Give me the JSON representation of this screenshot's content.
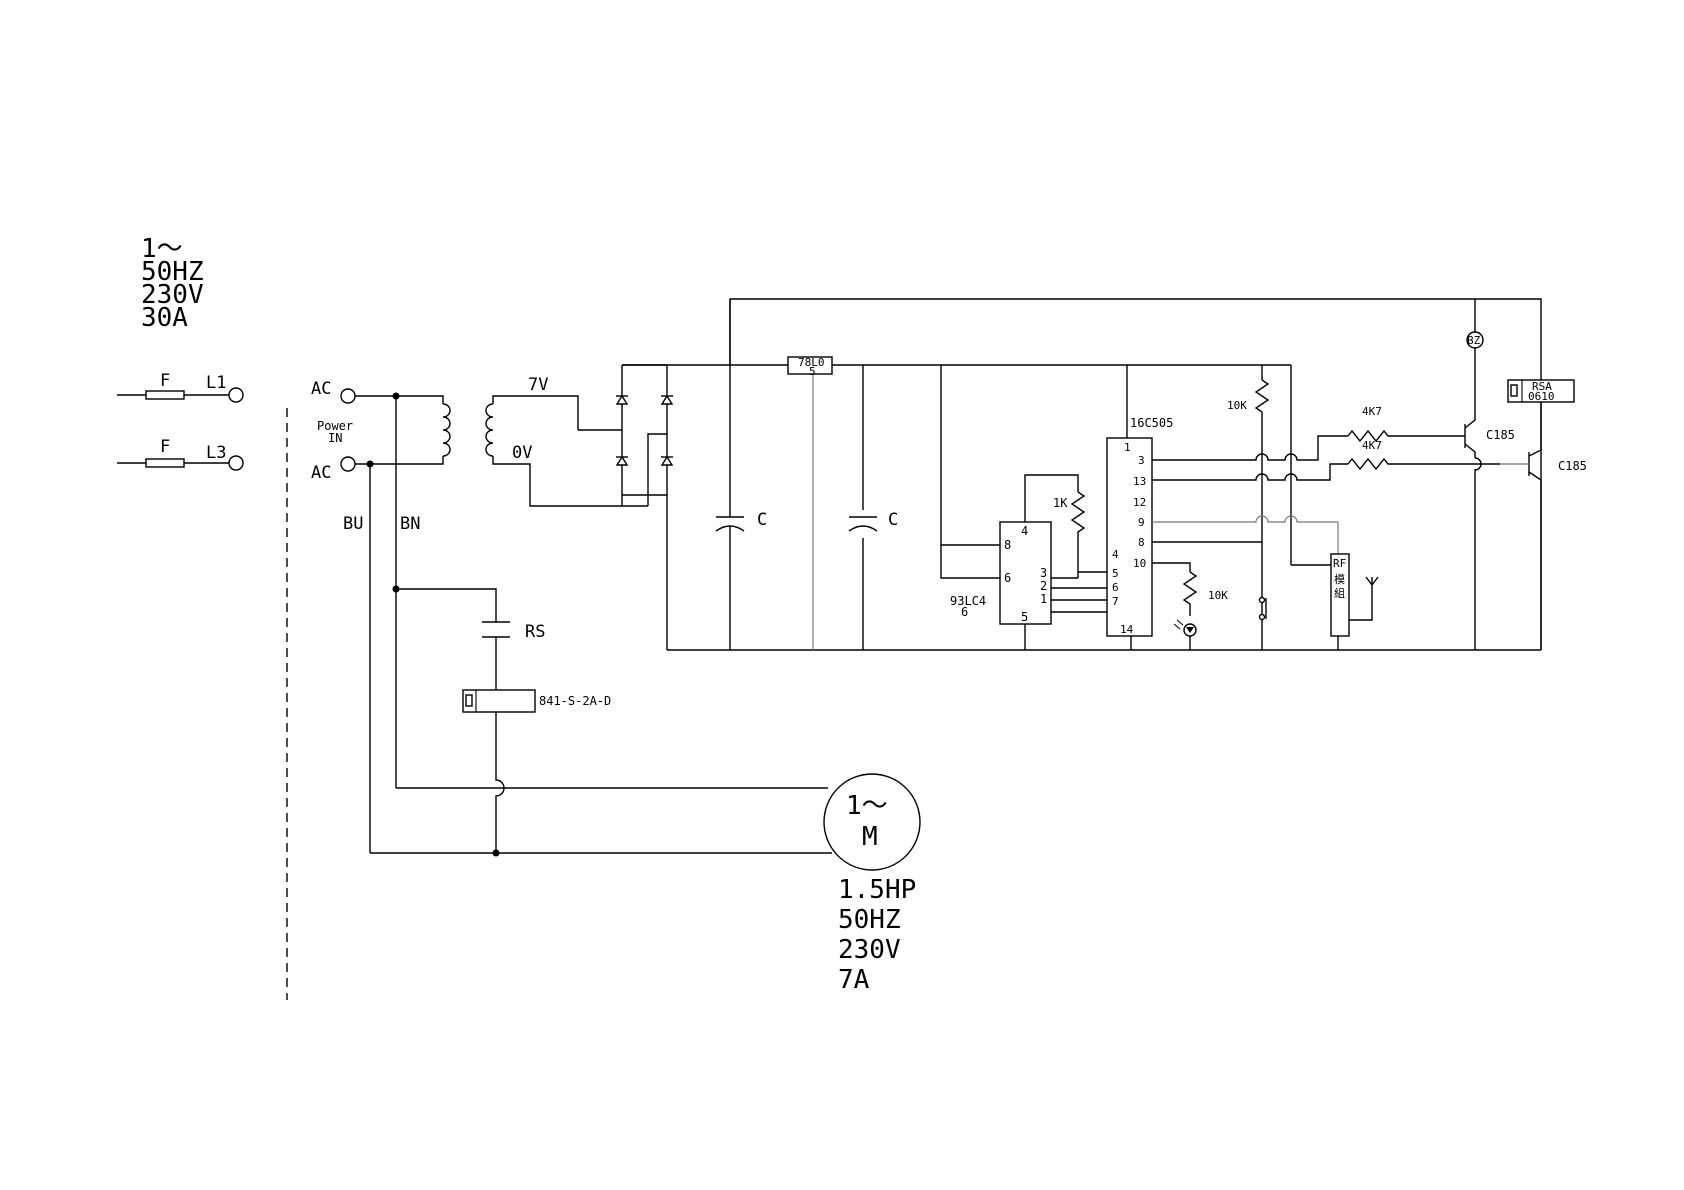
{
  "supply": {
    "phase": "1～",
    "freq": "50HZ",
    "volt": "230V",
    "amp": "30A"
  },
  "fuses": {
    "f1": "F",
    "f2": "F",
    "l1": "L1",
    "l3": "L3"
  },
  "power_in": {
    "ac_top": "AC",
    "ac_bottom": "AC",
    "label_line1": "Power",
    "label_line2": "IN"
  },
  "wires": {
    "bu": "BU",
    "bn": "BN"
  },
  "transformer": {
    "sec_high": "7V",
    "sec_low": "0V"
  },
  "capacitors": {
    "c1": "C",
    "c2": "C",
    "rs": "RS"
  },
  "relay": {
    "part": "841-S-2A-D"
  },
  "regulator": {
    "line1": "78L0",
    "line2": "5"
  },
  "eeprom": {
    "name_line1": "93LC4",
    "name_line2": "6",
    "pins": [
      "8",
      "6",
      "4",
      "5",
      "3",
      "2",
      "1"
    ]
  },
  "mcu": {
    "name": "16C505",
    "left_pins": [
      "1",
      "4",
      "5",
      "6",
      "7",
      "14"
    ],
    "right_pins": [
      "3",
      "13",
      "12",
      "9",
      "8",
      "10"
    ]
  },
  "resistors": {
    "r1k": "1K",
    "r10k_top": "10K",
    "r10k_led": "10K",
    "r4k7_a": "4K7",
    "r4k7_b": "4K7"
  },
  "rf_module": {
    "line1": "RF",
    "line2": "模",
    "line3": "組"
  },
  "transistors": {
    "q1": "C185",
    "q2": "C185"
  },
  "buzzer": {
    "label": "BZ"
  },
  "ssr": {
    "line1": "RSA",
    "line2": "0610"
  },
  "motor": {
    "phase": "1～",
    "symbol": "M",
    "hp": "1.5HP",
    "freq": "50HZ",
    "volt": "230V",
    "amp": "7A"
  }
}
